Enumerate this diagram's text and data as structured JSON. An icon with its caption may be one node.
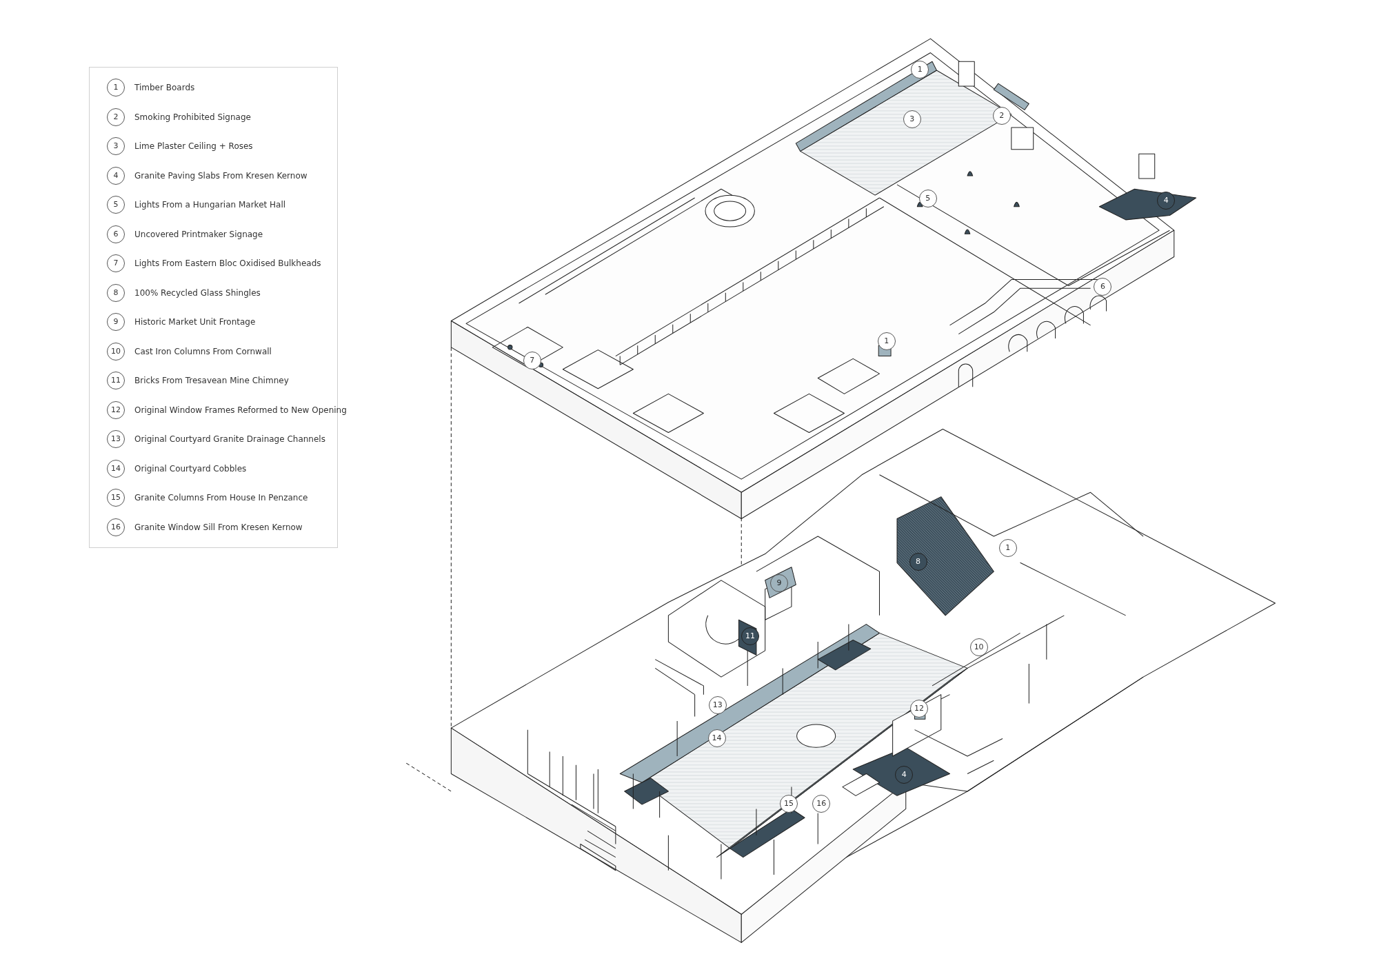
{
  "diagram": {
    "nodes": [
      {
        "text": [],
        "shape": "box"
      },
      {
        "text": [
          "1"
        ],
        "in": 0,
        "beside": [
          "Timber Boards"
        ]
      },
      {
        "text": [
          "2"
        ],
        "in": 0,
        "beside": [
          "Smoking Prohibited Signage"
        ]
      },
      {
        "text": [
          "3"
        ],
        "in": 0,
        "beside": [
          "Lime Plaster Ceiling + Roses"
        ]
      },
      {
        "text": [
          "4"
        ],
        "in": 0,
        "beside": [
          "Granite Paving Slabs From Kresen Kernow"
        ]
      },
      {
        "text": [
          "5"
        ],
        "in": 0,
        "beside": [
          "Lights From a Hungarian Market Hall"
        ]
      },
      {
        "text": [
          "6"
        ],
        "in": 0,
        "beside": [
          "Uncovered Printmaker Signage"
        ]
      },
      {
        "text": [
          "7"
        ],
        "in": 0,
        "beside": [
          "Lights From Eastern Bloc Oxidised Bulkheads"
        ]
      },
      {
        "text": [
          "8"
        ],
        "in": 0,
        "beside": [
          "100% Recycled Glass Shingles"
        ]
      },
      {
        "text": [
          "9"
        ],
        "in": 0,
        "beside": [
          "Historic Market Unit Frontage"
        ]
      },
      {
        "text": [
          "10"
        ],
        "in": 0,
        "beside": [
          "Cast Iron Columns From Cornwall"
        ]
      },
      {
        "text": [
          "11"
        ],
        "in": 0,
        "beside": [
          "Bricks From Tresavean Mine Chimney"
        ]
      },
      {
        "text": [
          "12"
        ],
        "in": 0,
        "beside": [
          "Original Window Frames Reformed to New Opening"
        ]
      },
      {
        "text": [
          "13"
        ],
        "in": 0,
        "beside": [
          "Original Courtyard Granite Drainage Channels"
        ]
      },
      {
        "text": [
          "14"
        ],
        "in": 0,
        "beside": [
          "Original Courtyard Cobbles"
        ]
      },
      {
        "text": [
          "15"
        ],
        "in": 0,
        "beside": [
          "Granite Columns From House In Penzance"
        ]
      },
      {
        "text": [
          "16"
        ],
        "in": 0,
        "beside": [
          "Granite Window Sill From Kresen Kernow"
        ]
      },
      {
        "text": [
          "1"
        ]
      },
      {
        "text": [
          "2"
        ]
      },
      {
        "text": [
          "3"
        ]
      },
      {
        "text": [
          "5"
        ]
      },
      {
        "text": [
          "4"
        ]
      },
      {
        "text": [
          "6"
        ]
      },
      {
        "text": [
          "1"
        ]
      },
      {
        "text": [
          "7"
        ]
      },
      {
        "text": [
          "1"
        ]
      },
      {
        "text": [
          "8"
        ]
      },
      {
        "text": [
          "9"
        ]
      },
      {
        "text": [
          "11"
        ]
      },
      {
        "text": [
          "10"
        ]
      },
      {
        "text": [
          "13"
        ]
      },
      {
        "text": [
          "12"
        ]
      },
      {
        "text": [
          "14"
        ]
      },
      {
        "text": [
          "4"
        ]
      },
      {
        "text": [
          "15"
        ]
      },
      {
        "text": [
          "16"
        ]
      }
    ]
  }
}
